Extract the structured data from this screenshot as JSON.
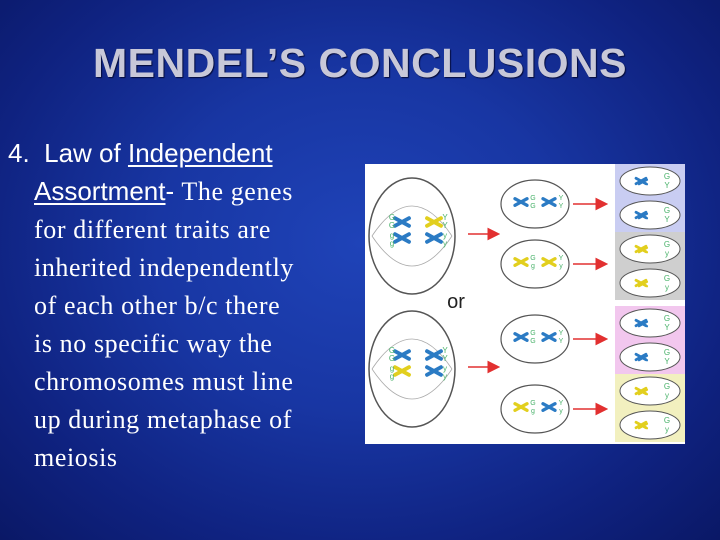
{
  "slide": {
    "title": "MENDEL’S CONCLUSIONS",
    "point_number": "4.",
    "law_prefix": "Law of ",
    "law_term1": "Independent",
    "law_term2": "Assortment",
    "law_dash": "- ",
    "lines": [
      "The genes",
      "for different traits are",
      "inherited independently",
      "of each other b/c there",
      "is no specific way the",
      "chromosomes must line",
      "up during metaphase of",
      "meiosis"
    ]
  },
  "figure": {
    "or_label": "or",
    "allele_G": "G",
    "allele_g": "g",
    "allele_Y": "Y",
    "allele_y": "y",
    "colors": {
      "blue": "#2b7bc4",
      "yellow": "#e2cf1e",
      "green": "#49b26a",
      "arrow": "#e23030",
      "cell_border": "#555555",
      "gamete_blue_bg": "#c9cdf2",
      "gamete_gray_bg": "#cfcfcf",
      "gamete_pink_bg": "#f2c7ee",
      "gamete_yellow_bg": "#f2f0bf"
    }
  }
}
